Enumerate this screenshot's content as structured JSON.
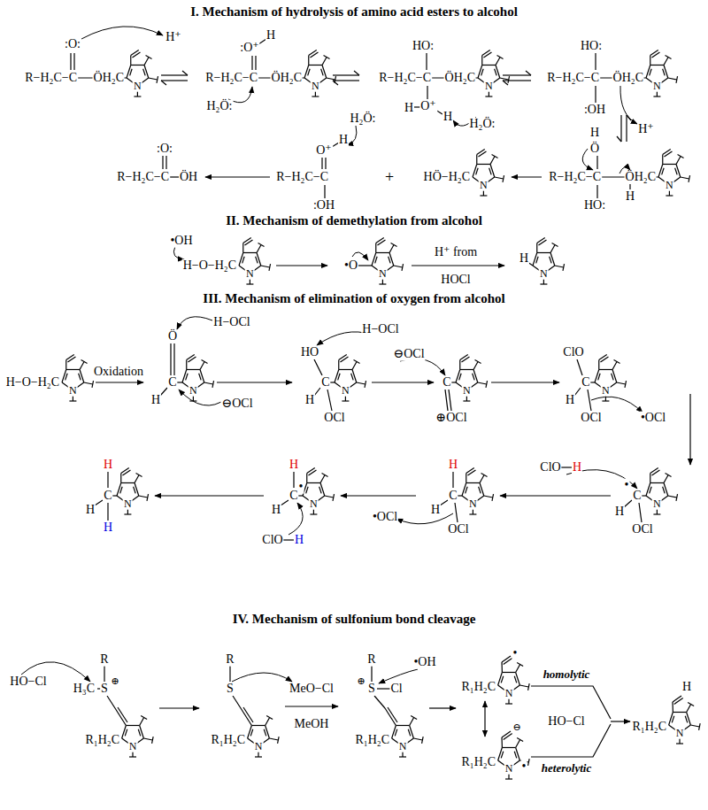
{
  "diagram": {
    "labels": [
      "I. Mechanism of hydrolysis of amino acid esters to alcohol",
      ":O:",
      "R−H₂C−C",
      "ÖH₂C",
      "H⁺",
      ":O⁺",
      "H",
      "R−H₂C−C",
      "ÖH₂C",
      "H₂Ö:",
      "HO:",
      "R−H₂C−C",
      "ÖH₂C",
      "H",
      "O⁺",
      "H",
      "H₂Ö:",
      "HO:",
      "R−H₂C−C",
      "ÖH₂C",
      ":OH",
      "H⁺",
      "H",
      "Ö",
      "R−H₂C−C",
      "ÖH₂C",
      "H",
      "HO:",
      "HÖ−H₂C",
      "+",
      "O⁺",
      "H",
      "H₂Ö:",
      "R−H₂C−C",
      ":OH",
      ":O:",
      "R−H₂C−C",
      "ÖH",
      "II. Mechanism of demethylation from alcohol",
      "•OH",
      "H−O−H₂C",
      "•O",
      "H⁺ from",
      "HOCl",
      "H",
      "III. Mechanism of elimination of oxygen from alcohol",
      "H−O−H₂C",
      "Oxidation",
      "Ö",
      "H",
      "C",
      "H−OCl",
      "⊖OCl",
      "HO",
      "H",
      "C",
      "OCl",
      "H−OCl",
      "⊖OCl",
      "C",
      "⊕OCl",
      "ClO",
      "H",
      "C",
      "OCl",
      "•OCl",
      "ClO",
      "H",
      "H",
      "C",
      "•",
      "OCl",
      "H",
      "H",
      "C",
      "OCl",
      "•OCl",
      "H",
      "H",
      "C",
      "•",
      "ClO",
      "H",
      "H",
      "H",
      "C",
      "H",
      "IV. Mechanism of sulfonium bond cleavage",
      "HO−Cl",
      "R",
      "H₃C",
      "S",
      "⊕",
      "R₁H₂C",
      "R",
      "S",
      "R₁H₂C",
      "MeO−Cl",
      "MeOH",
      "R",
      "⊕",
      "S",
      "Cl",
      "•OH",
      "R₁H₂C",
      "•",
      "R₁H₂C",
      "⊖",
      "•",
      "R₁H₂C",
      "homolytic",
      "HO−Cl",
      "heterolytic",
      "H",
      "R₁H₂C",
      "N",
      "N",
      "N",
      "N",
      "N",
      "N",
      "N",
      "N",
      "N",
      "N",
      "N",
      "N",
      "N",
      "N",
      "N",
      "N",
      "N",
      "N",
      "N",
      "N",
      "N",
      "N",
      "N",
      "N"
    ]
  }
}
